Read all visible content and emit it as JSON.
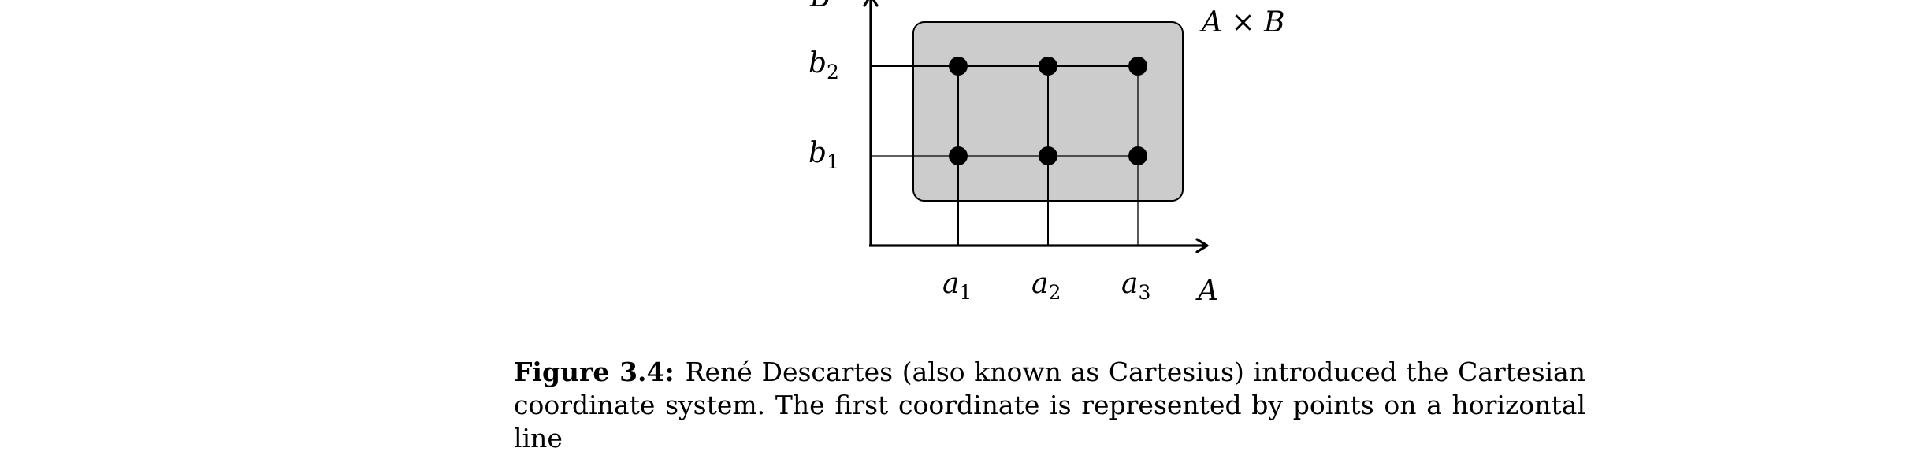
{
  "figure": {
    "axis_labels": {
      "x": "A",
      "y": "B"
    },
    "product_label": "A × B",
    "x_ticks": [
      {
        "base": "a",
        "sub": "1"
      },
      {
        "base": "a",
        "sub": "2"
      },
      {
        "base": "a",
        "sub": "3"
      }
    ],
    "y_ticks": [
      {
        "base": "b",
        "sub": "1"
      },
      {
        "base": "b",
        "sub": "2"
      }
    ],
    "point_color": "#000000",
    "set_fill_color": "#cccccc"
  },
  "caption": {
    "label": "Figure 3.4:",
    "text": "René Descartes (also known as Cartesius) introduced the Cartesian coordinate system. The first coordinate is represented by points on a horizontal line"
  }
}
